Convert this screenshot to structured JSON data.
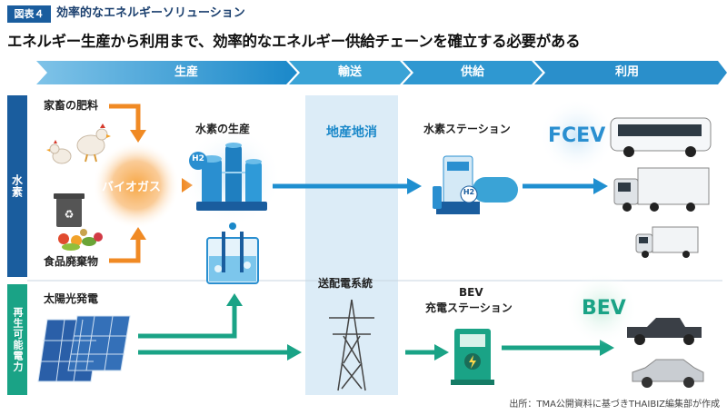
{
  "header": {
    "figure_tag": "図表４",
    "figure_title": "効率的なエネルギーソリューション",
    "headline": "エネルギー生産から利用まで、効率的なエネルギー供給チェーンを確立する必要がある"
  },
  "phases": [
    "生産",
    "輸送",
    "供給",
    "利用"
  ],
  "rows": {
    "hydrogen": "水素",
    "renewable": "再生可能電力"
  },
  "production": {
    "livestock": "家畜の肥料",
    "food_waste": "食品廃棄物",
    "biogas": "バイオガス",
    "h2_production": "水素の生産",
    "h2_badge": "H2",
    "solar": "太陽光発電"
  },
  "transport": {
    "local": "地産地消",
    "grid": "送配電系統"
  },
  "supply": {
    "h2_station": "水素ステーション",
    "bev_line1": "BEV",
    "bev_line2": "充電ステーション",
    "h2_tank_badge": "H2"
  },
  "usage": {
    "fcev": "FCEV",
    "bev": "BEV"
  },
  "source": "出所：TMA公開資料に基づきTHAIBIZ編集部が作成",
  "colors": {
    "header_blue": "#1a5d9e",
    "phase_light": "#3aa3d6",
    "flow_blue": "#1f8fd0",
    "flow_green": "#1aa386",
    "orange": "#f08a24",
    "fcev_text": "#2a8fd0",
    "bev_text": "#1aa386",
    "transport_band": "#dcecf7"
  }
}
